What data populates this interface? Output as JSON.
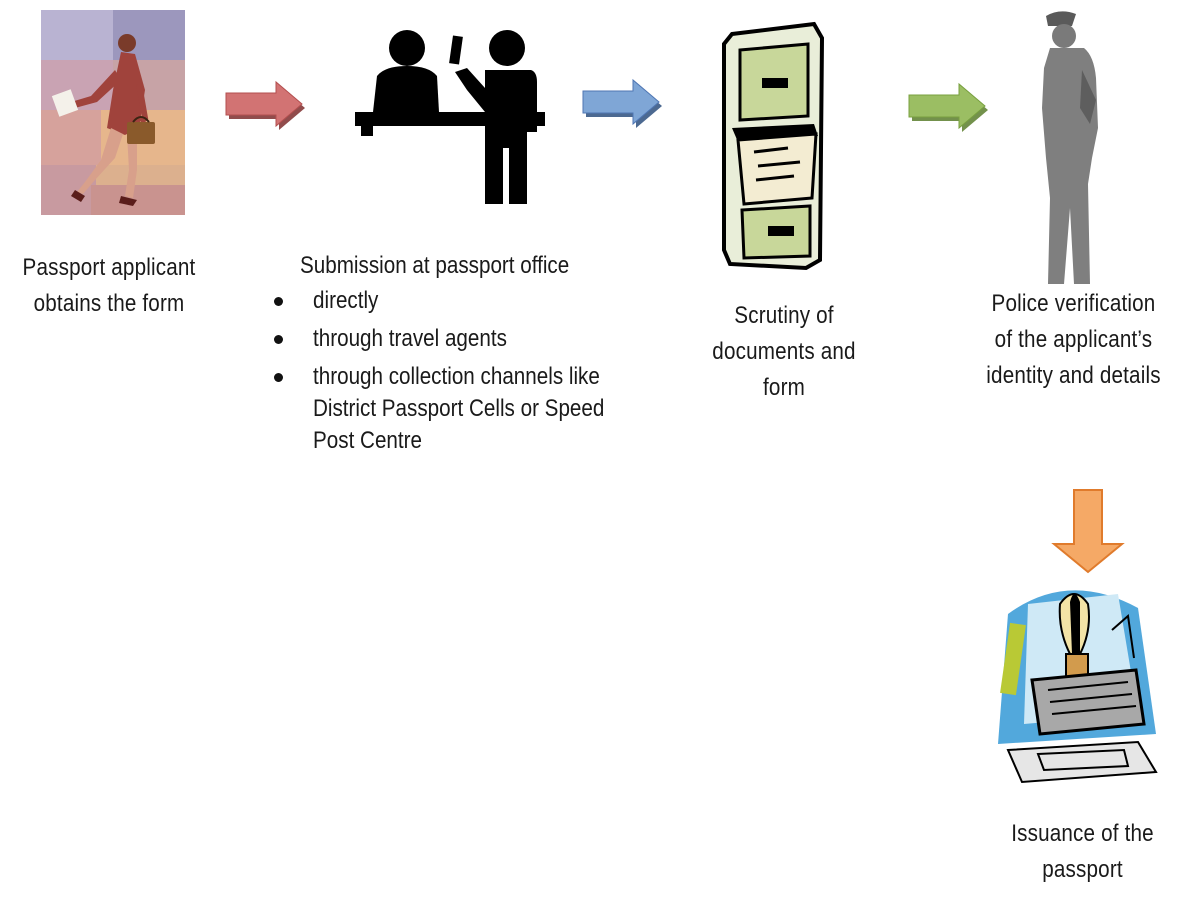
{
  "steps": [
    {
      "id": "applicant",
      "caption": [
        "Passport applicant",
        "obtains the form"
      ],
      "icon": "woman-with-briefcase-clipart"
    },
    {
      "id": "submission",
      "heading": "Submission at passport office",
      "bullets": [
        [
          "directly"
        ],
        [
          "through travel agents"
        ],
        [
          "through collection channels like",
          "District Passport Cells or Speed",
          "Post Centre"
        ]
      ],
      "icon": "counter-service-pictogram"
    },
    {
      "id": "scrutiny",
      "caption": [
        "Scrutiny of",
        "documents and",
        "form"
      ],
      "icon": "file-cabinet-clipart"
    },
    {
      "id": "police",
      "caption": [
        "Police verification",
        "of the applicant’s",
        "identity and details"
      ],
      "icon": "police-officer-silhouette"
    },
    {
      "id": "issuance",
      "caption": [
        "Issuance of the",
        "passport"
      ],
      "icon": "stamp-clipart"
    }
  ],
  "arrows": [
    {
      "id": "arrow-1",
      "color": "#d27373",
      "direction": "right"
    },
    {
      "id": "arrow-2",
      "color": "#7fa6d6",
      "direction": "right"
    },
    {
      "id": "arrow-3",
      "color": "#9bbe63",
      "direction": "right"
    },
    {
      "id": "arrow-4",
      "color": "#f5a966",
      "direction": "down"
    }
  ]
}
